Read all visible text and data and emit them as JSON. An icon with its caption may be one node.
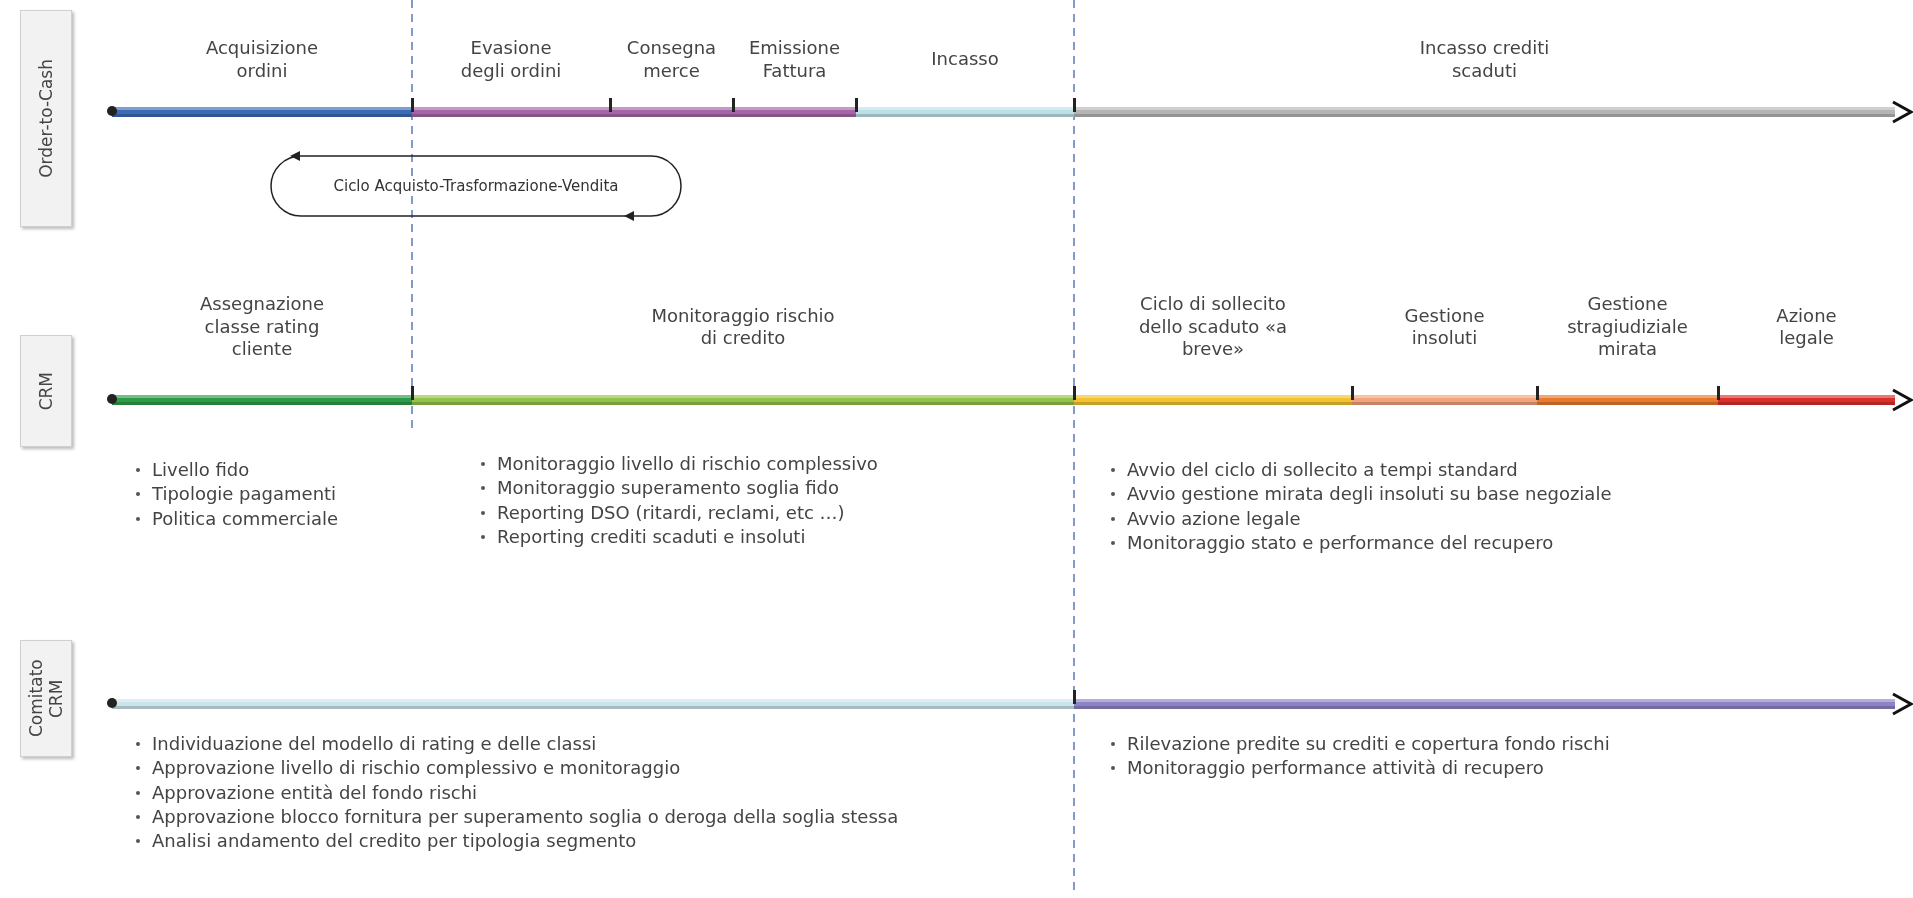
{
  "diagram": {
    "nodes": [
      {
        "text": [
          "Order-to-Cash"
        ]
      },
      {
        "text": [
          "Acquisizione ordini"
        ]
      },
      {
        "text": [
          "Evasione degli ordini"
        ]
      },
      {
        "text": [
          "Consegna merce"
        ]
      },
      {
        "text": [
          "Emissione Fattura"
        ]
      },
      {
        "text": [
          "Incasso"
        ]
      },
      {
        "text": [
          "Incasso crediti scaduti"
        ]
      },
      {
        "text": [
          "Ciclo Acquisto-Trasformazione-Vendita"
        ]
      },
      {
        "text": [
          "CRM"
        ]
      },
      {
        "text": [
          "Assegnazione classe rating cliente"
        ]
      },
      {
        "text": [
          "Monitoraggio rischio di credito"
        ]
      },
      {
        "text": [
          "Ciclo di sollecito dello scaduto «a breve»"
        ]
      },
      {
        "text": [
          "Gestione insoluti"
        ]
      },
      {
        "text": [
          "Gestione stragiudiziale mirata"
        ]
      },
      {
        "text": [
          "Azione legale"
        ]
      },
      {
        "text": [
          "Comitato CRM"
        ]
      },
      {
        "text": [],
        "shape": "bar"
      },
      {
        "text": [],
        "shape": "bar"
      }
    ],
    "edges": [],
    "labels": [
      "Livello fido",
      "Tipologie pagamenti",
      "Politica commerciale",
      "Monitoraggio livello di rischio complessivo",
      "Monitoraggio superamento soglia fido",
      "Reporting DSO (ritardi, reclami, etc …)",
      "Reporting crediti scaduti e insoluti",
      "Avvio del ciclo di sollecito a tempi standard",
      "Avvio gestione mirata degli insoluti su base negoziale",
      "Avvio azione legale",
      "Monitoraggio stato e performance del recupero",
      "Individuazione del modello di rating e delle classi",
      "Approvazione livello di rischio complessivo e monitoraggio",
      "Approvazione entità del fondo rischi",
      "Approvazione blocco fornitura per superamento soglia o deroga della soglia stessa",
      "Analisi andamento del credito per tipologia segmento",
      "Rilevazione predite su crediti e copertura fondo rischi",
      "Monitoraggio performance attività di recupero"
    ]
  }
}
